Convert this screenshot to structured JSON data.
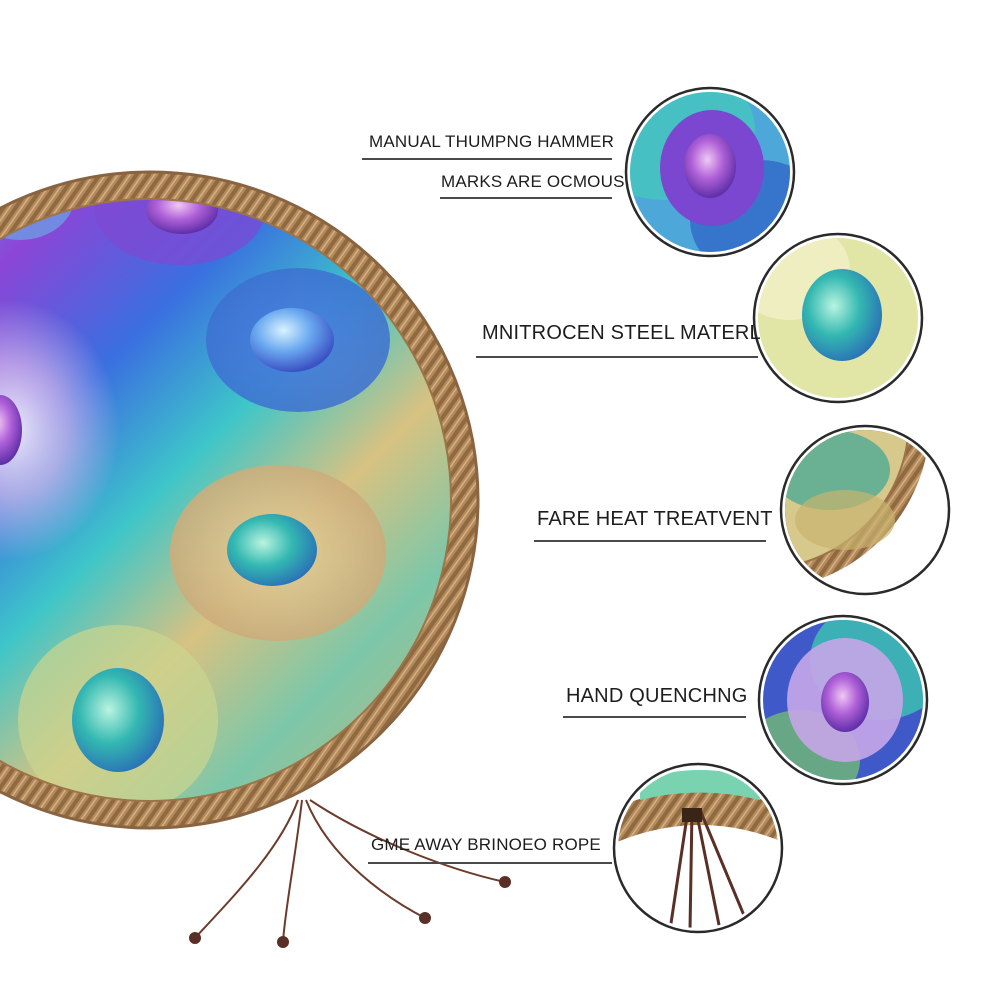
{
  "features": [
    {
      "id": "hammer",
      "lines": [
        "MANUAL THUMPNG  HAMMER",
        "MARKS ARE OCMOUS"
      ]
    },
    {
      "id": "material",
      "lines": [
        "MNITROCEN STEEL MATERL"
      ]
    },
    {
      "id": "heat",
      "lines": [
        "FARE HEAT TREATVENT"
      ]
    },
    {
      "id": "quench",
      "lines": [
        "HAND QUENCHNG"
      ]
    },
    {
      "id": "rope",
      "lines": [
        "GME AWAY BRINOEO ROPE"
      ]
    }
  ],
  "colors": {
    "rope": "#b48a5c",
    "rim": "#9c7447",
    "accent_purple": "#8a3fd0",
    "accent_teal": "#2fb8a8",
    "accent_gold": "#d9c27a"
  }
}
